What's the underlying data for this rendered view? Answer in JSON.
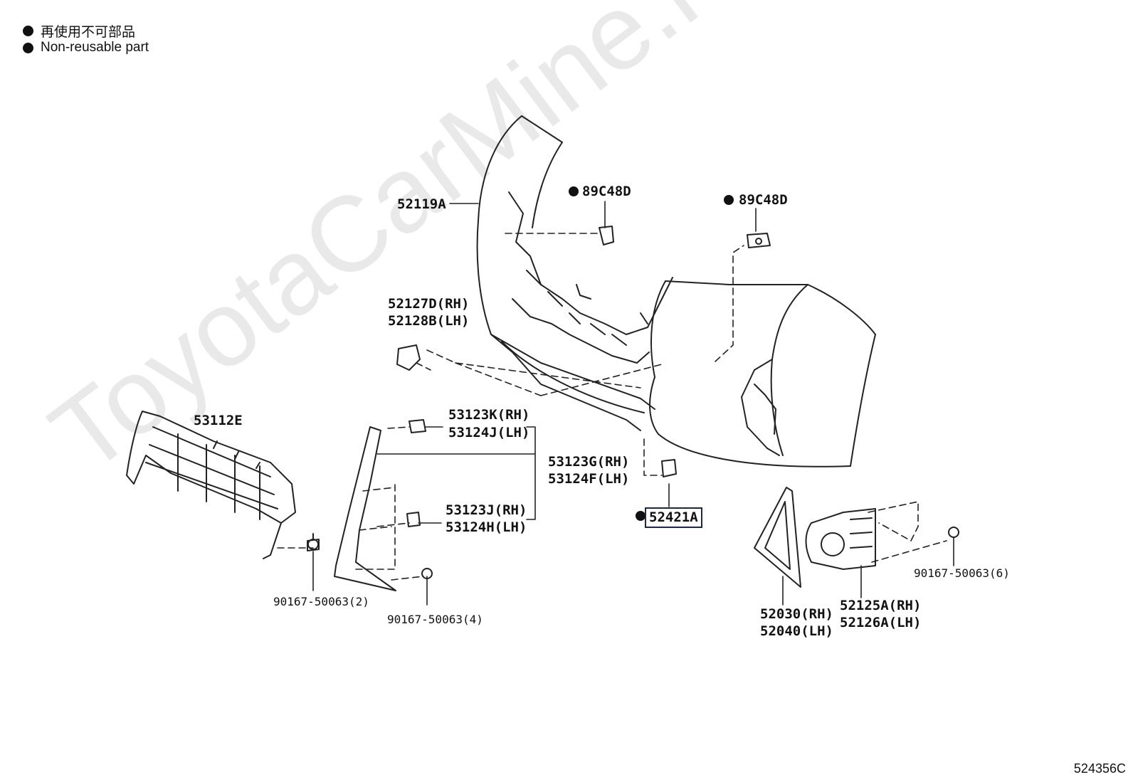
{
  "legend": {
    "line_jp": "再使用不可部品",
    "line_en": "Non-reusable part"
  },
  "watermark": "ToyotaCarMine.ru",
  "diagram_id": "524356C",
  "highlight_color": "#1a2a44",
  "labels": {
    "p52119A": "52119A",
    "p89C48D_a": "89C48D",
    "p89C48D_b": "89C48D",
    "p52127D": "52127D(RH)",
    "p52128B": "52128B(LH)",
    "p53112E": "53112E",
    "p53123K": "53123K(RH)",
    "p53124J": "53124J(LH)",
    "p53123G": "53123G(RH)",
    "p53124F": "53124F(LH)",
    "p53123J": "53123J(RH)",
    "p53124H": "53124H(LH)",
    "p52421A": "52421A",
    "p90167_2": "90167-50063(2)",
    "p90167_4": "90167-50063(4)",
    "p90167_6": "90167-50063(6)",
    "p52030": "52030(RH)",
    "p52040": "52040(LH)",
    "p52125A": "52125A(RH)",
    "p52126A": "52126A(LH)"
  }
}
